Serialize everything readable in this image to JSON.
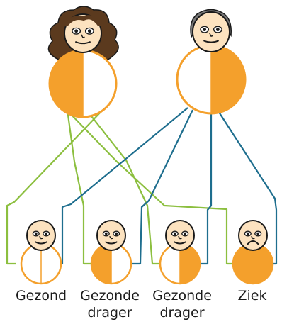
{
  "colors": {
    "orange": "#F4A02C",
    "white": "#FFFFFF",
    "mother_line": "#8CBF3F",
    "father_line": "#1E6E8E",
    "skin": "#FCE2BF",
    "hair_brown": "#5B3A1E",
    "hair_grey": "#777777",
    "outline": "#1a1a1a"
  },
  "parents": [
    {
      "name": "mother",
      "left_half": "orange",
      "right_half": "white",
      "hair": "hair_brown"
    },
    {
      "name": "father",
      "left_half": "white",
      "right_half": "orange",
      "hair": "hair_grey"
    }
  ],
  "children": [
    {
      "label": "Gezond",
      "left_half": "white",
      "right_half": "white",
      "mood": "neutral"
    },
    {
      "label": "Gezonde\ndrager",
      "left_half": "orange",
      "right_half": "white",
      "mood": "neutral"
    },
    {
      "label": "Gezonde\ndrager",
      "left_half": "white",
      "right_half": "orange",
      "mood": "neutral"
    },
    {
      "label": "Ziek",
      "left_half": "orange",
      "right_half": "orange",
      "mood": "sad"
    }
  ]
}
